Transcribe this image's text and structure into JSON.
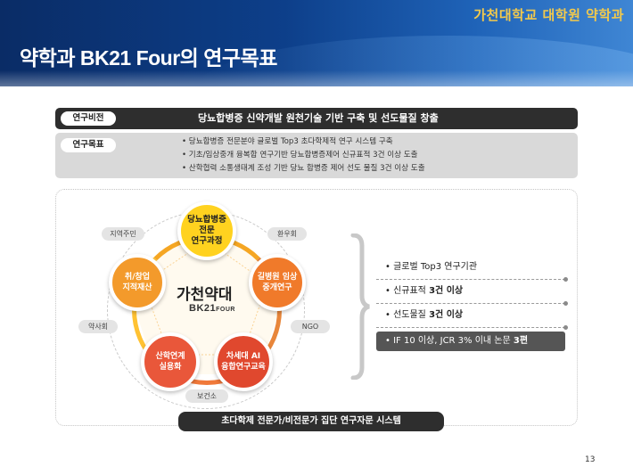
{
  "header": {
    "university": "가천대학교 대학원 약학과",
    "title": "약학과 BK21 Four의 연구목표"
  },
  "vision": {
    "label": "연구비전",
    "text": "당뇨합병증 신약개발 원천기술 기반 구축 및 선도물질 창출"
  },
  "goal": {
    "label": "연구목표",
    "items": [
      "• 당뇨합병증 전문분야 글로벌 Top3 초다학제적 연구 시스템 구축",
      "• 기초/임상중개 융복합 연구기반 당뇨합병증제어 신규표적 3건 이상 도출",
      "• 산학협력 소통생태계 조성 기반 당뇨 합병증 제어 선도 물질 3건 이상 도출"
    ]
  },
  "diagram": {
    "center_name": "가천약대",
    "center_sub_main": "BK21",
    "center_sub_small": "FOUR",
    "circles": {
      "top": "당뇨합병증\n전문\n연구과정",
      "left": "취/창업\n지적재산",
      "right": "길병원 임상\n중개연구",
      "bottom_left": "산학연계\n실용화",
      "bottom_right": "차세대 AI\n융합연구교육"
    },
    "tags": {
      "community": "지역주민",
      "patients": "환우회",
      "pharmacy": "약사회",
      "ngo": "NGO",
      "health_center": "보건소"
    }
  },
  "targets": [
    {
      "prefix": "• 글로벌 Top3 연구기관",
      "bold": ""
    },
    {
      "prefix": "• 신규표적 ",
      "bold": "3건 이상"
    },
    {
      "prefix": "• 선도물질 ",
      "bold": "3건 이상"
    },
    {
      "prefix": "• IF 10 이상, JCR 3% 이내 논문 ",
      "bold": "3편"
    }
  ],
  "bottom_bar": "초다학제 전문가/비전문가 집단 연구자문 시스템",
  "page_number": "13"
}
